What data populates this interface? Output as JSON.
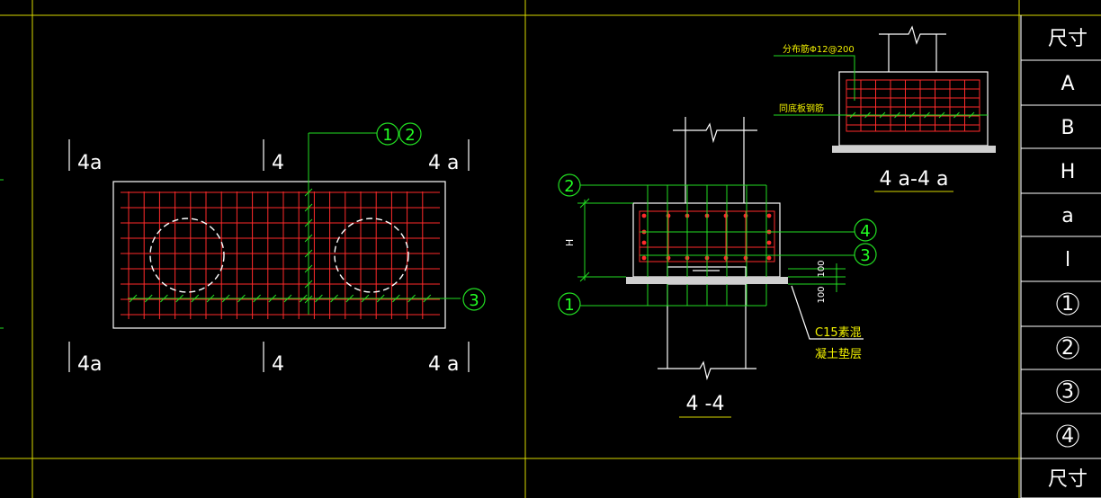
{
  "plan_view": {
    "section_marks": {
      "four_a": "4a",
      "four": "4",
      "four_a_right": "4 a"
    },
    "callout_12": [
      "1",
      "2"
    ],
    "callout_3": "3"
  },
  "section_4_4": {
    "title": "4 -4",
    "dim_h": "H",
    "dim_100_top": "100",
    "dim_100_bottom": "100",
    "callouts": {
      "c2": "2",
      "c1": "1",
      "c4": "4",
      "c3": "3"
    },
    "note_line1": "C15素混",
    "note_line2": "凝土垫层"
  },
  "section_4a_4a": {
    "title": "4 a-4 a",
    "label_distribution": "分布筋Φ12@200",
    "label_bottom_rebar": "同底板钢筋"
  },
  "title_block": {
    "items": [
      "尺寸",
      "A",
      "B",
      "H",
      "a",
      "l",
      "1",
      "2",
      "3",
      "4",
      "尺寸"
    ]
  }
}
